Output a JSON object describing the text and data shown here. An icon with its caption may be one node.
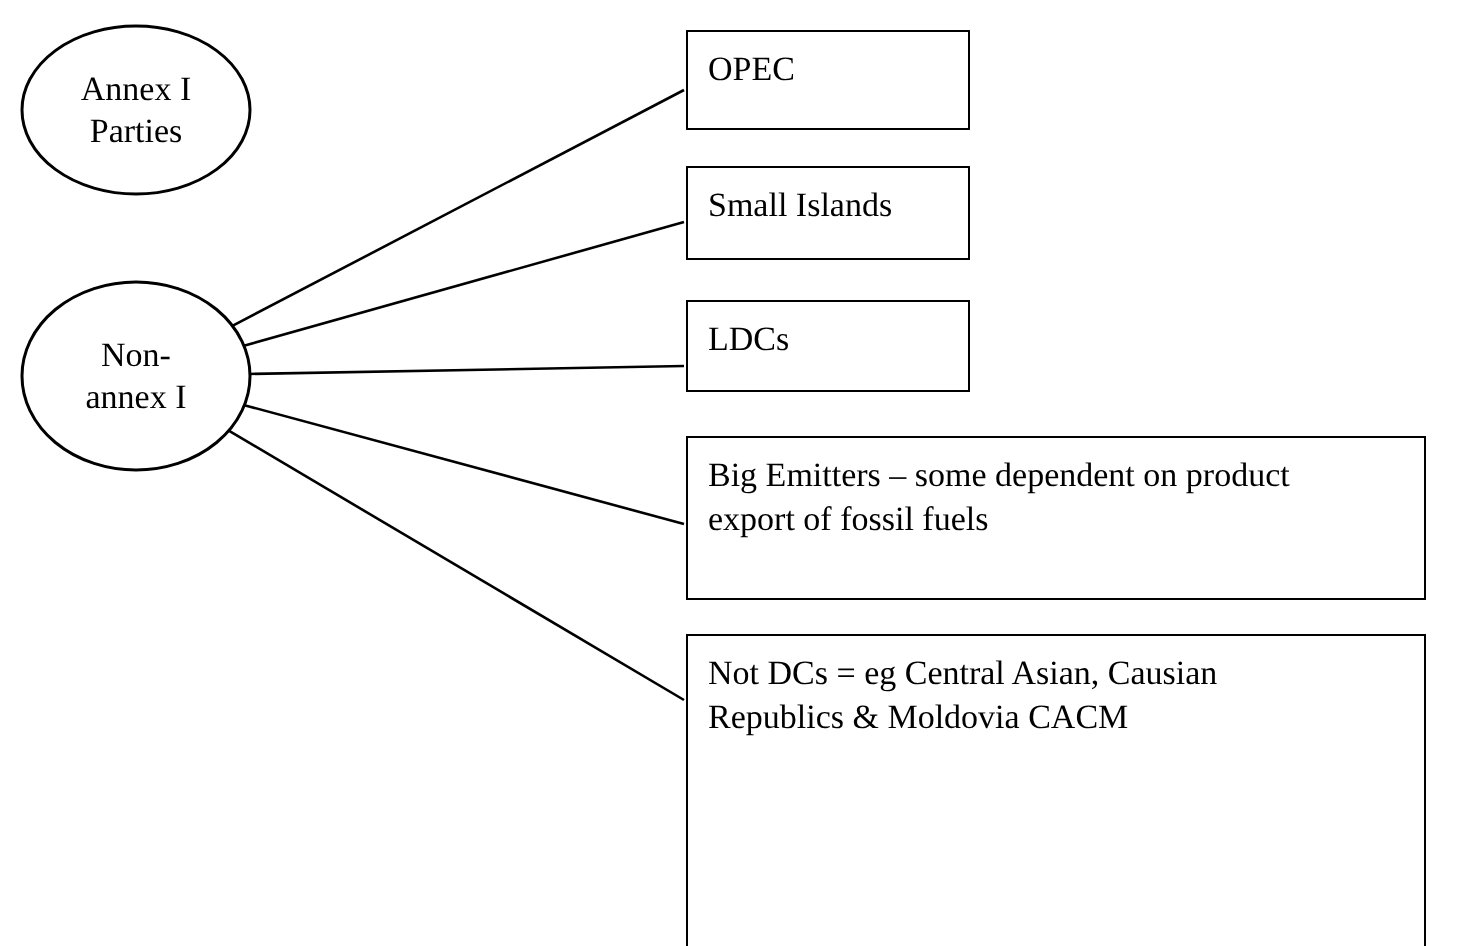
{
  "diagram": {
    "nodes": [
      {
        "text": [
          "Annex I Parties"
        ]
      },
      {
        "text": [
          "Non-annex I"
        ]
      },
      {
        "text": [
          "OPEC"
        ]
      },
      {
        "text": [
          "Small Islands"
        ]
      },
      {
        "text": [
          "LDCs"
        ]
      },
      {
        "text": [
          "Big Emitters – some dependent on product export of fossil fuels"
        ]
      },
      {
        "text": [
          "Not DCs = eg Central Asian, Causian Republics & Moldovia CACM"
        ]
      }
    ],
    "edges": [
      {
        "from": 1,
        "to": 2,
        "arrow": "none"
      },
      {
        "from": 1,
        "to": 3,
        "arrow": "none"
      },
      {
        "from": 1,
        "to": 4,
        "arrow": "none"
      },
      {
        "from": 1,
        "to": 5,
        "arrow": "none"
      },
      {
        "from": 1,
        "to": 6,
        "arrow": "none"
      }
    ]
  }
}
